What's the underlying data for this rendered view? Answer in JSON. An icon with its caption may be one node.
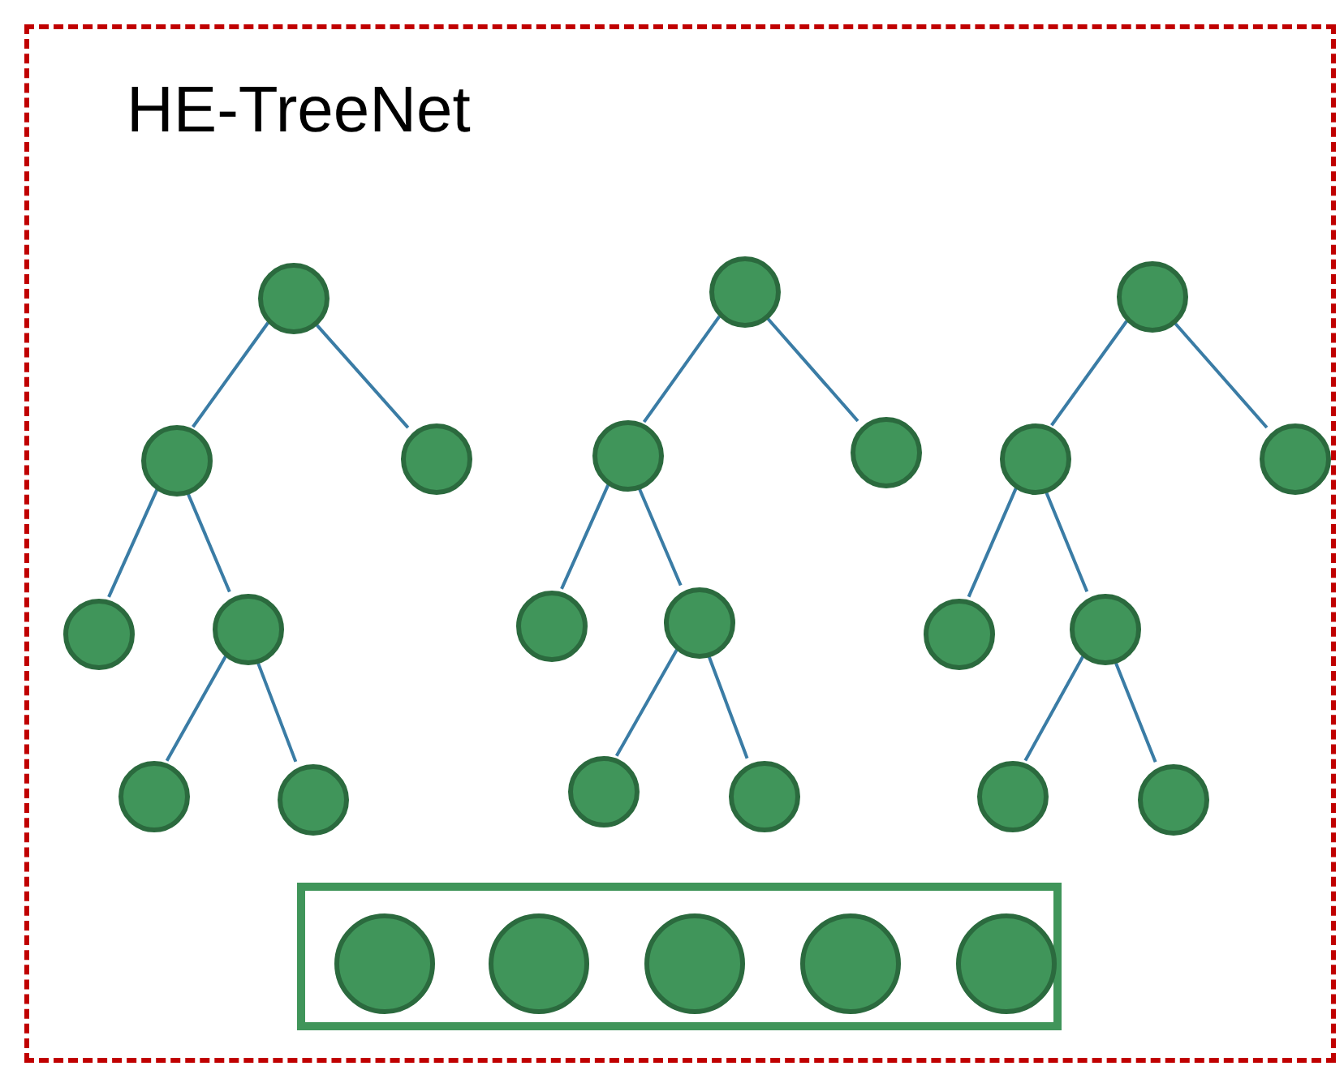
{
  "diagram": {
    "nodes": [
      {
        "text": [
          "HE-TreeNet"
        ]
      },
      {
        "text": [],
        "shape": "circle",
        "in": 0
      },
      {
        "text": [],
        "shape": "circle",
        "in": 0
      },
      {
        "text": [],
        "shape": "circle",
        "in": 0
      },
      {
        "text": [],
        "shape": "circle",
        "in": 0
      },
      {
        "text": [],
        "shape": "circle",
        "in": 0
      },
      {
        "text": [],
        "shape": "circle",
        "in": 0
      },
      {
        "text": [],
        "shape": "circle",
        "in": 0
      },
      {
        "text": [],
        "shape": "circle",
        "in": 0
      },
      {
        "text": [],
        "shape": "circle",
        "in": 0
      },
      {
        "text": [],
        "shape": "circle",
        "in": 0
      },
      {
        "text": [],
        "shape": "circle",
        "in": 0
      },
      {
        "text": [],
        "shape": "circle",
        "in": 0
      },
      {
        "text": [],
        "shape": "circle",
        "in": 0
      },
      {
        "text": [],
        "shape": "circle",
        "in": 0
      },
      {
        "text": [],
        "shape": "circle",
        "in": 0
      },
      {
        "text": [],
        "shape": "circle",
        "in": 0
      },
      {
        "text": [],
        "shape": "circle",
        "in": 0
      },
      {
        "text": [],
        "shape": "circle",
        "in": 0
      },
      {
        "text": [],
        "shape": "circle",
        "in": 0
      },
      {
        "text": [],
        "shape": "circle",
        "in": 0
      },
      {
        "text": [],
        "shape": "circle",
        "in": 0
      },
      {
        "text": [],
        "shape": "box",
        "in": 0
      },
      {
        "text": [],
        "shape": "circle",
        "in": 22
      },
      {
        "text": [],
        "shape": "circle",
        "in": 22
      },
      {
        "text": [],
        "shape": "circle",
        "in": 22
      },
      {
        "text": [],
        "shape": "circle",
        "in": 22
      },
      {
        "text": [],
        "shape": "circle",
        "in": 22
      }
    ],
    "edges": [
      {
        "from": 1,
        "to": 2,
        "arrow": "none"
      },
      {
        "from": 1,
        "to": 3,
        "arrow": "none"
      },
      {
        "from": 2,
        "to": 4,
        "arrow": "none"
      },
      {
        "from": 2,
        "to": 5,
        "arrow": "none"
      },
      {
        "from": 5,
        "to": 6,
        "arrow": "none"
      },
      {
        "from": 5,
        "to": 7,
        "arrow": "none"
      },
      {
        "from": 8,
        "to": 9,
        "arrow": "none"
      },
      {
        "from": 8,
        "to": 10,
        "arrow": "none"
      },
      {
        "from": 9,
        "to": 11,
        "arrow": "none"
      },
      {
        "from": 9,
        "to": 12,
        "arrow": "none"
      },
      {
        "from": 12,
        "to": 13,
        "arrow": "none"
      },
      {
        "from": 12,
        "to": 14,
        "arrow": "none"
      },
      {
        "from": 15,
        "to": 16,
        "arrow": "none"
      },
      {
        "from": 15,
        "to": 17,
        "arrow": "none"
      },
      {
        "from": 16,
        "to": 18,
        "arrow": "none"
      },
      {
        "from": 16,
        "to": 19,
        "arrow": "none"
      },
      {
        "from": 19,
        "to": 20,
        "arrow": "none"
      },
      {
        "from": 19,
        "to": 21,
        "arrow": "none"
      }
    ]
  }
}
